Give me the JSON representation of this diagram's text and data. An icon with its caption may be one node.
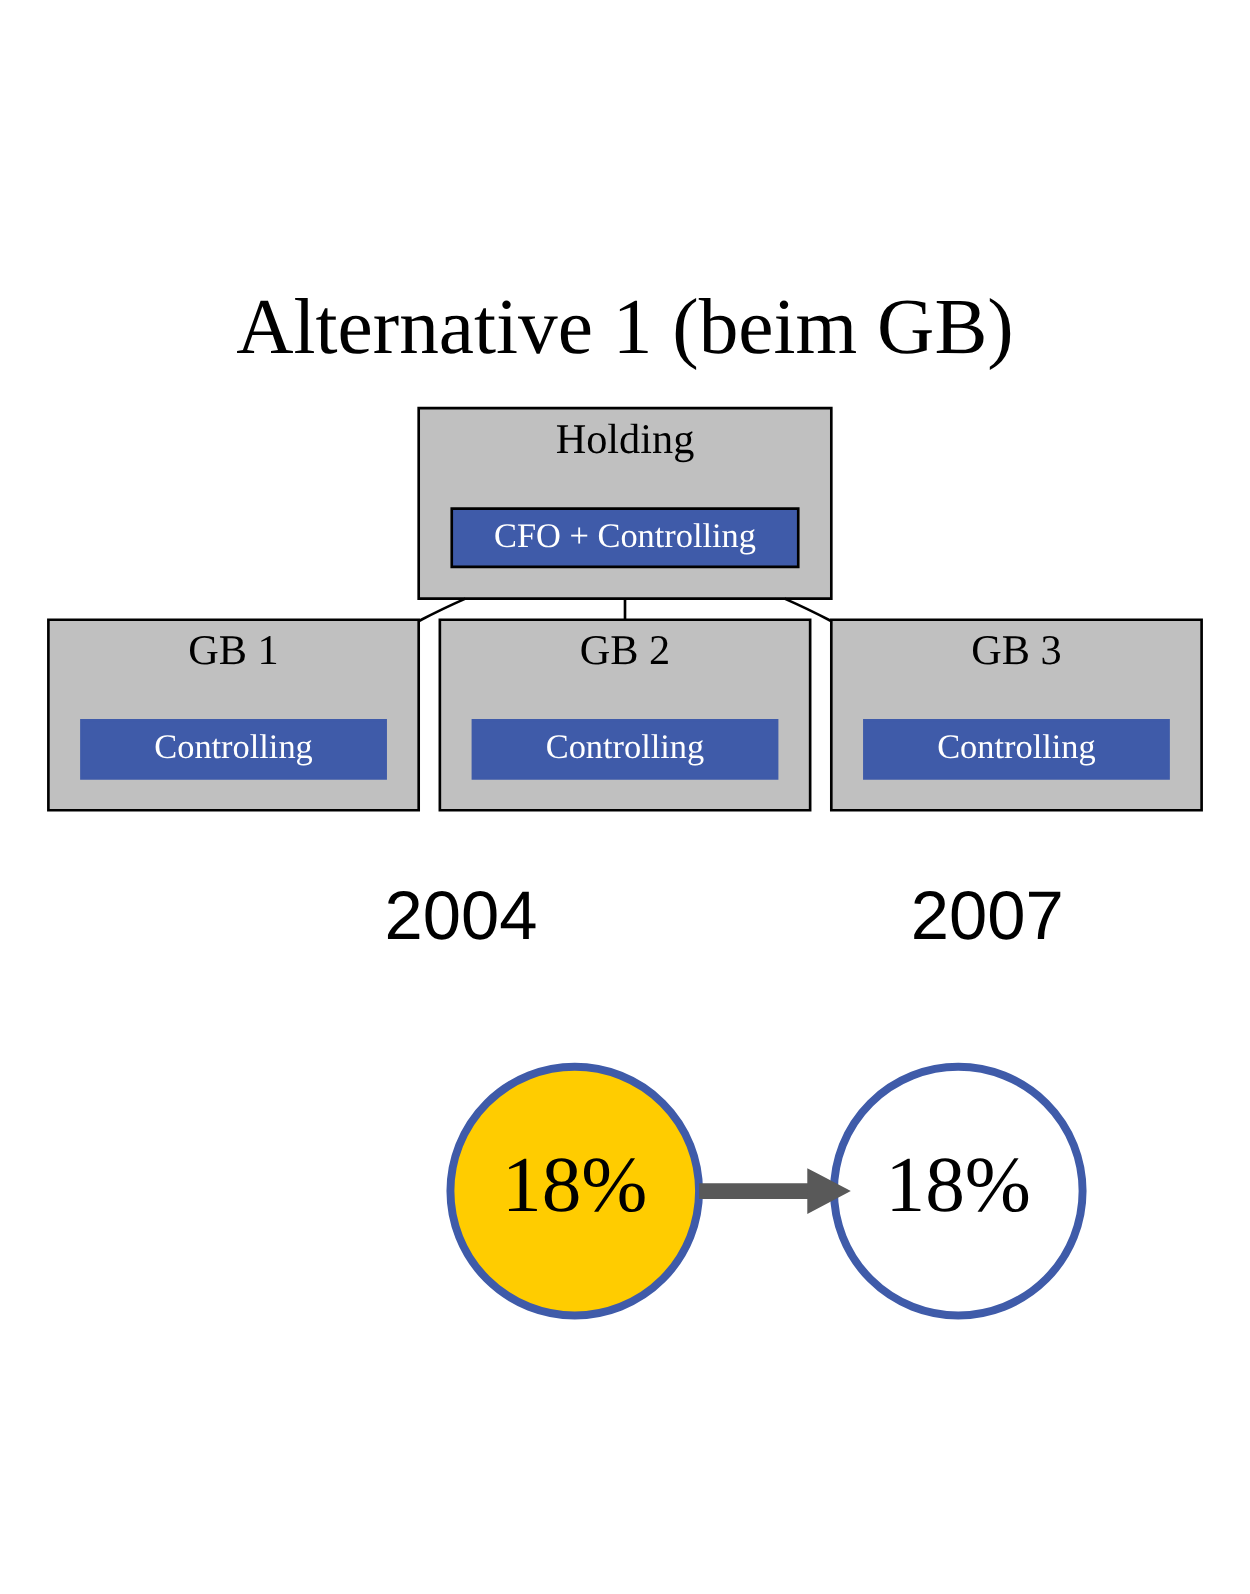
{
  "diagram": {
    "title": "Alternative 1 (beim GB)",
    "nodes": [
      {
        "text": [
          "Holding"
        ]
      },
      {
        "text": [
          "CFO + Controlling"
        ],
        "in": 0
      },
      {
        "text": [
          "GB 1"
        ]
      },
      {
        "text": [
          "Controlling"
        ],
        "in": 2
      },
      {
        "text": [
          "GB 2"
        ]
      },
      {
        "text": [
          "Controlling"
        ],
        "in": 4
      },
      {
        "text": [
          "GB 3"
        ]
      },
      {
        "text": [
          "Controlling"
        ],
        "in": 6
      },
      {
        "text": [
          "18%"
        ],
        "beside": [
          "2004"
        ]
      },
      {
        "text": [
          "18%"
        ],
        "beside": [
          "2007"
        ]
      }
    ],
    "edges": [
      {
        "from": 0,
        "to": 2,
        "arrow": "none"
      },
      {
        "from": 0,
        "to": 4,
        "arrow": "none"
      },
      {
        "from": 0,
        "to": 6,
        "arrow": "none"
      },
      {
        "from": 8,
        "to": 9,
        "arrow": "to",
        "style": "thick",
        "color": "#595959"
      }
    ]
  }
}
